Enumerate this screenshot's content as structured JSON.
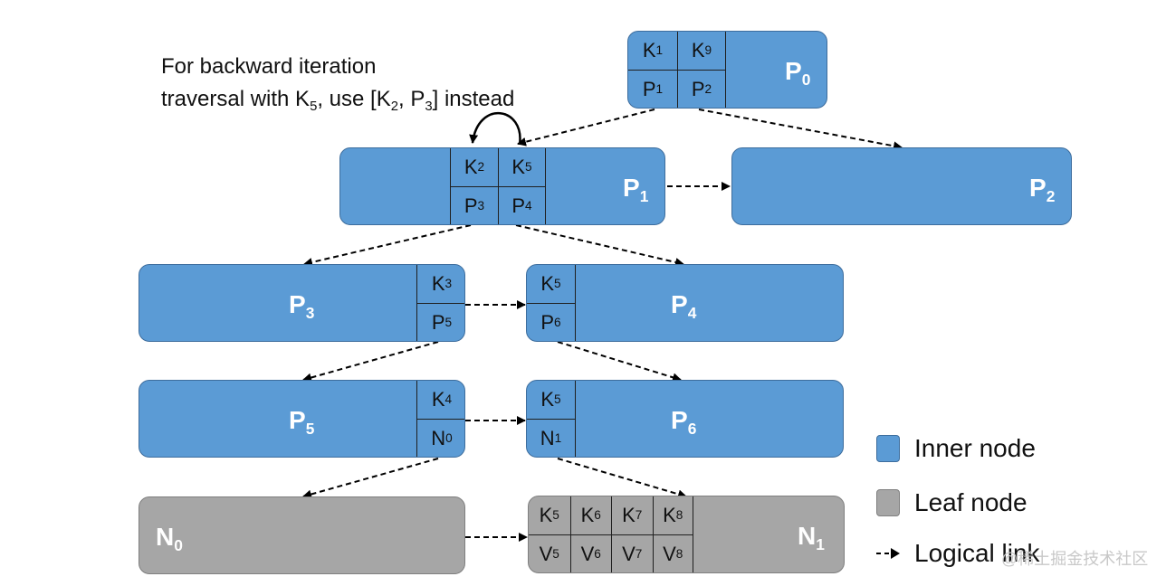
{
  "annotation": {
    "line1": "For backward iteration",
    "line2": "traversal with K5, use [K2, P3] instead"
  },
  "nodes": [
    {
      "id": "p0",
      "name": "P",
      "sub": "0",
      "type": "inner",
      "cells": [
        [
          {
            "t": "K",
            "s": "1"
          },
          {
            "t": "K",
            "s": "9"
          }
        ],
        [
          {
            "t": "P",
            "s": "1"
          },
          {
            "t": "P",
            "s": "2"
          }
        ]
      ]
    },
    {
      "id": "p1",
      "name": "P",
      "sub": "1",
      "type": "inner",
      "cells": [
        [
          {
            "t": "K",
            "s": "2"
          },
          {
            "t": "K",
            "s": "5"
          }
        ],
        [
          {
            "t": "P",
            "s": "3"
          },
          {
            "t": "P",
            "s": "4"
          }
        ]
      ]
    },
    {
      "id": "p2",
      "name": "P",
      "sub": "2",
      "type": "inner",
      "cells": []
    },
    {
      "id": "p3",
      "name": "P",
      "sub": "3",
      "type": "inner",
      "cells": [
        [
          {
            "t": "K",
            "s": "3"
          }
        ],
        [
          {
            "t": "P",
            "s": "5"
          }
        ]
      ]
    },
    {
      "id": "p4",
      "name": "P",
      "sub": "4",
      "type": "inner",
      "cells": [
        [
          {
            "t": "K",
            "s": "5"
          }
        ],
        [
          {
            "t": "P",
            "s": "6"
          }
        ]
      ]
    },
    {
      "id": "p5",
      "name": "P",
      "sub": "5",
      "type": "inner",
      "cells": [
        [
          {
            "t": "K",
            "s": "4"
          }
        ],
        [
          {
            "t": "N",
            "s": "0"
          }
        ]
      ]
    },
    {
      "id": "p6",
      "name": "P",
      "sub": "6",
      "type": "inner",
      "cells": [
        [
          {
            "t": "K",
            "s": "5"
          }
        ],
        [
          {
            "t": "N",
            "s": "1"
          }
        ]
      ]
    },
    {
      "id": "n0",
      "name": "N",
      "sub": "0",
      "type": "leaf",
      "cells": []
    },
    {
      "id": "n1",
      "name": "N",
      "sub": "1",
      "type": "leaf",
      "cells": [
        [
          {
            "t": "K",
            "s": "5"
          },
          {
            "t": "K",
            "s": "6"
          },
          {
            "t": "K",
            "s": "7"
          },
          {
            "t": "K",
            "s": "8"
          }
        ],
        [
          {
            "t": "V",
            "s": "5"
          },
          {
            "t": "V",
            "s": "6"
          },
          {
            "t": "V",
            "s": "7"
          },
          {
            "t": "V",
            "s": "8"
          }
        ]
      ]
    }
  ],
  "legend": {
    "inner": "Inner node",
    "leaf": "Leaf node",
    "link": "Logical link"
  },
  "watermark": "@稀土掘金技术社区",
  "colors": {
    "inner_fill": "#5b9bd5",
    "leaf_fill": "#a6a6a6",
    "link": "#000000"
  }
}
